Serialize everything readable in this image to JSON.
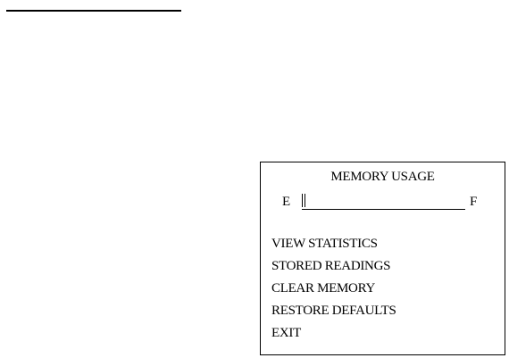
{
  "memory_usage": {
    "title": "MEMORY USAGE",
    "empty_label": "E",
    "full_label": "F",
    "fill_fraction": 0.02
  },
  "menu": {
    "items": [
      {
        "label": "VIEW STATISTICS"
      },
      {
        "label": "STORED READINGS"
      },
      {
        "label": "CLEAR MEMORY"
      },
      {
        "label": "RESTORE DEFAULTS"
      },
      {
        "label": "EXIT"
      }
    ]
  },
  "colors": {
    "foreground": "#000000",
    "background": "#ffffff"
  }
}
